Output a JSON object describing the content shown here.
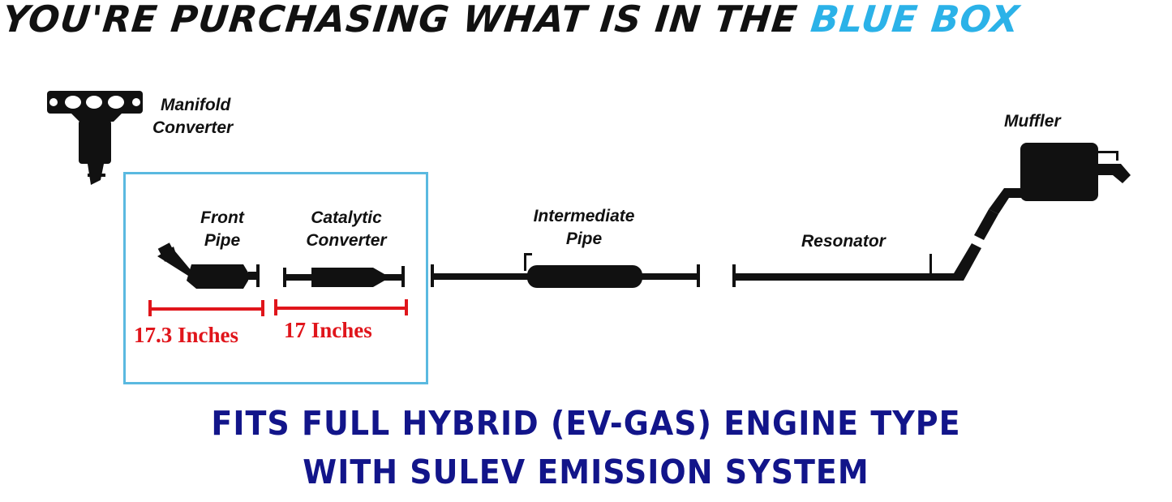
{
  "headline": {
    "text": "YOU'RE PURCHASING WHAT IS IN THE ",
    "accent": "BLUE BOX",
    "accent_color": "#2bb2e8"
  },
  "labels": {
    "manifold": [
      "Manifold",
      "Converter"
    ],
    "front_pipe": [
      "Front",
      "Pipe"
    ],
    "catalytic": [
      "Catalytic",
      "Converter"
    ],
    "intermediate": [
      "Intermediate",
      "Pipe"
    ],
    "resonator": "Resonator",
    "muffler": "Muffler"
  },
  "dimensions": {
    "front_pipe": "17.3 Inches",
    "catalytic": "17 Inches"
  },
  "fitment": {
    "line1": "FITS FULL HYBRID (EV-GAS) ENGINE TYPE",
    "line2": "WITH SULEV EMISSION SYSTEM"
  },
  "colors": {
    "box_border": "#5ab9e0",
    "dimension_red": "#e0151b",
    "fitment_navy": "#12158a",
    "parts": "#111111"
  }
}
